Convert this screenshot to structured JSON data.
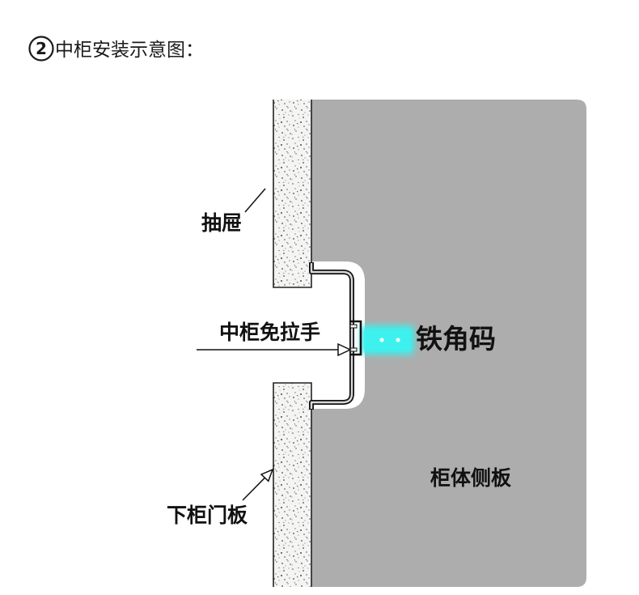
{
  "title": {
    "number": "2",
    "text": "中柜安装示意图："
  },
  "labels": {
    "drawer": "抽屉",
    "handle": "中柜免拉手",
    "bracket": "铁角码",
    "side_panel": "柜体侧板",
    "lower_door": "下柜门板"
  },
  "colors": {
    "side_panel": "#adadad",
    "bracket_glow": "#3ef0ee",
    "panel_base": "#f4f4f2"
  }
}
